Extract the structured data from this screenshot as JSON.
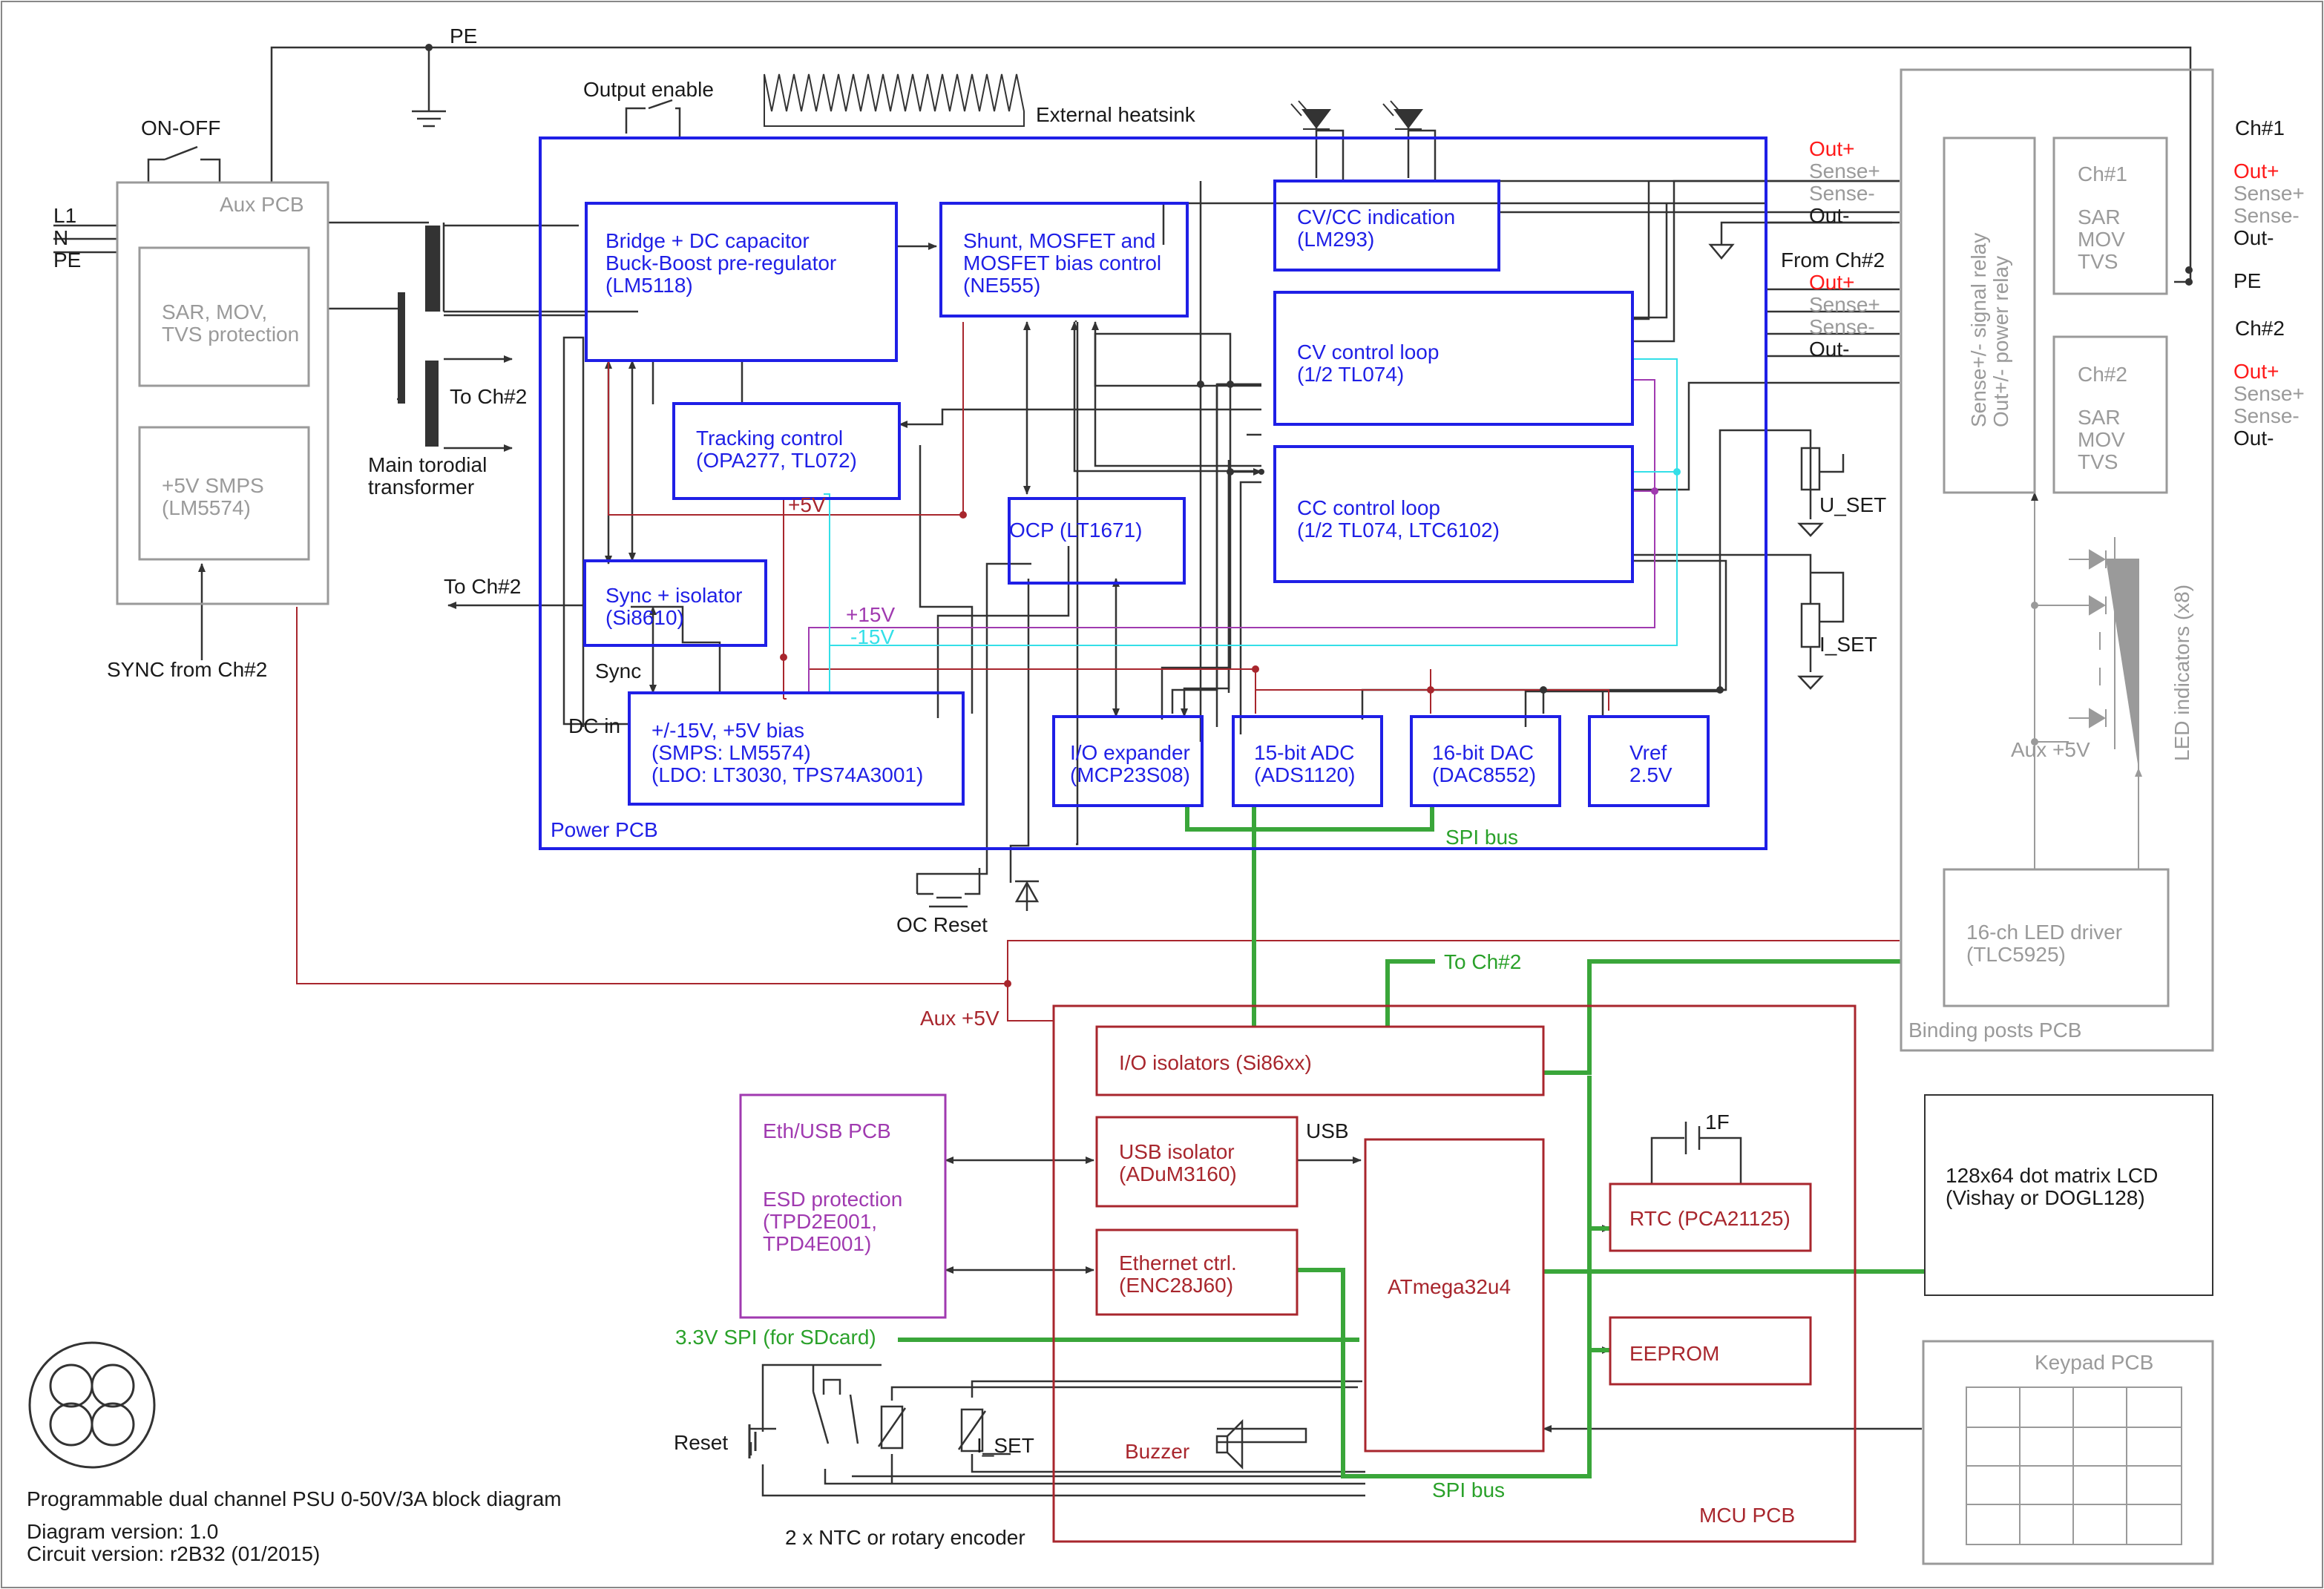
{
  "title": "Programmable dual channel PSU 0-50V/3A block diagram",
  "diagram_version": "Diagram version: 1.0",
  "circuit_version": "Circuit version: r2B32 (01/2015)",
  "colors": {
    "power": "#1f1fe6",
    "mcu": "#a8262d",
    "aux": "#9a9a9a",
    "eth": "#a03ab0",
    "bus": "#3aa63a",
    "cyan": "#33dfe8",
    "hot": "#ff1a1a",
    "wire": "#333333"
  },
  "aux_pcb": {
    "title": "Aux PCB",
    "protection": [
      "SAR, MOV,",
      "TVS protection"
    ],
    "smps": [
      "+5V SMPS",
      "(LM5574)"
    ],
    "on_off": "ON-OFF",
    "inputs": [
      "L1",
      "N",
      "PE"
    ],
    "sync_from": "SYNC from Ch#2"
  },
  "top": {
    "pe": "PE",
    "output_enable": "Output enable",
    "heatsink": "External heatsink"
  },
  "transformer": {
    "label": [
      "Main torodial",
      "transformer"
    ],
    "to_ch2": "To Ch#2"
  },
  "power_pcb": {
    "title": "Power PCB",
    "bridge": [
      "Bridge + DC capacitor",
      "Buck-Boost pre-regulator",
      "(LM5118)"
    ],
    "shunt": [
      "Shunt, MOSFET and",
      "MOSFET bias control",
      "(NE555)"
    ],
    "cvcc_ind": [
      "CV/CC indication",
      "(LM293)"
    ],
    "cv_loop": [
      "CV control loop",
      "(1/2 TL074)"
    ],
    "cc_loop": [
      "CC control loop",
      "(1/2 TL074, LTC6102)"
    ],
    "tracking": [
      "Tracking control",
      "(OPA277, TL072)"
    ],
    "ocp": "OCP (LT1671)",
    "sync_iso": [
      "Sync + isolator",
      "(Si8610)"
    ],
    "bias": [
      "+/-15V, +5V bias",
      "(SMPS: LM5574)",
      "(LDO: LT3030, TPS74A3001)"
    ],
    "io_exp": [
      "I/O expander",
      "(MCP23S08)"
    ],
    "adc": [
      "15-bit ADC",
      "(ADS1120)"
    ],
    "dac": [
      "16-bit DAC",
      "(DAC8552)"
    ],
    "vref": [
      "Vref",
      "2.5V"
    ],
    "rail_5v": "+5V",
    "rail_p15": "+15V",
    "rail_m15": "-15V",
    "sync_lbl": "Sync",
    "dc_in": "DC in",
    "to_ch2": "To Ch#2",
    "spi_bus": "SPI bus",
    "oc_reset": "OC Reset"
  },
  "outputs": {
    "ch1": [
      "Out+",
      "Sense+",
      "Sense-",
      "Out-"
    ],
    "from_ch2": "From Ch#2",
    "ch2": [
      "Out+",
      "Sense+",
      "Sense-",
      "Out-"
    ],
    "u_set": "U_SET",
    "i_set": "I_SET"
  },
  "binding_pcb": {
    "title": "Binding posts PCB",
    "relay": [
      "Sense+/- signal relay",
      "Out+/- power relay"
    ],
    "ch1_prot": [
      "Ch#1",
      "SAR",
      "MOV",
      "TVS"
    ],
    "ch2_prot": [
      "Ch#2",
      "SAR",
      "MOV",
      "TVS"
    ],
    "led_ind": "LED indicators (x8)",
    "aux5v": "Aux +5V",
    "led_driver": [
      "16-ch LED driver",
      "(TLC5925)"
    ],
    "ch1": "Ch#1",
    "ch2": "Ch#2",
    "pe": "PE",
    "ch1_terms": [
      "Out+",
      "Sense+",
      "Sense-",
      "Out-"
    ],
    "ch2_terms": [
      "Out+",
      "Sense+",
      "Sense-",
      "Out-"
    ]
  },
  "mcu_pcb": {
    "title": "MCU PCB",
    "io_iso": "I/O isolators (Si86xx)",
    "usb_iso": [
      "USB isolator",
      "(ADuM3160)"
    ],
    "usb": "USB",
    "eth_ctrl": [
      "Ethernet ctrl.",
      "(ENC28J60)"
    ],
    "mcu": "ATmega32u4",
    "rtc": "RTC (PCA21125)",
    "cap": "1F",
    "eeprom": "EEPROM",
    "buzzer": "Buzzer",
    "spi_bus": "SPI bus",
    "to_ch2": "To Ch#2",
    "aux5v": "Aux +5V"
  },
  "eth_pcb": {
    "title": "Eth/USB PCB",
    "esd": [
      "ESD protection",
      "(TPD2E001,",
      "TPD4E001)"
    ]
  },
  "lcd": [
    "128x64 dot matrix LCD",
    "(Vishay or DOGL128)"
  ],
  "keypad": "Keypad PCB",
  "bottom": {
    "spi_sd": "3.3V SPI (for SDcard)",
    "reset": "Reset",
    "i_set": "I_SET",
    "ntc": "2 x NTC or rotary encoder"
  }
}
